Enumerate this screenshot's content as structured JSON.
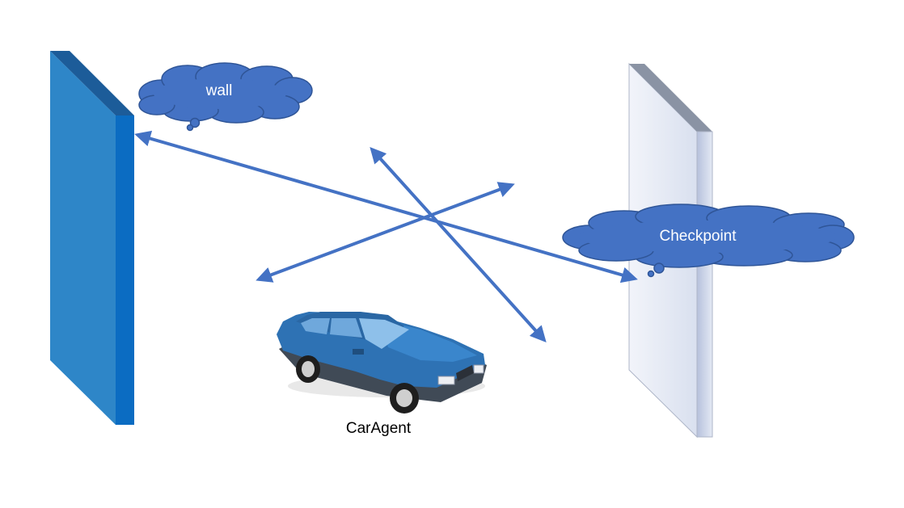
{
  "labels": {
    "wall": "wall",
    "checkpoint": "Checkpoint",
    "agent": "CarAgent"
  },
  "colors": {
    "wall_front": "#2E86C8",
    "wall_side": "#0B6CC2",
    "wall_top": "#1C5C99",
    "checkpoint_front": "#E6EBF5",
    "checkpoint_side": "#C3CCE3",
    "checkpoint_top": "#8A93A4",
    "ray": "#4472C4",
    "cloud_fill": "#4472C4",
    "cloud_stroke": "#2F5597",
    "car_body": "#2E72B4",
    "car_window": "#6FA8DC"
  },
  "icons": [
    "wall-object",
    "checkpoint-object",
    "car-icon",
    "thought-cloud-icon"
  ]
}
